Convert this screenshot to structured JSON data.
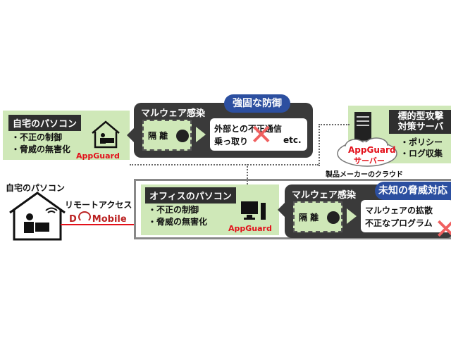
{
  "home_pc_box": {
    "title": "自宅のパソコン",
    "bullets": [
      "・不正の制御",
      "・脅威の無害化"
    ],
    "appguard": "AppGuard"
  },
  "malware_top": {
    "title": "マルウェア感染",
    "isolation": "隔 離",
    "result_line1": "外部との不正通信",
    "result_line2": "乗っ取り",
    "result_etc": "etc."
  },
  "strong_defense": "強固な防御",
  "server_box": {
    "line1": "標的型攻撃",
    "line2": "対策サーバ",
    "bullets": [
      "・ポリシー",
      "・ログ収集"
    ]
  },
  "cloud": {
    "line1": "AppGuard",
    "line2": "サーバー",
    "caption": "製品メーカーのクラウド"
  },
  "home_pc_bottom": {
    "title": "自宅のパソコン",
    "remote_access": "リモートアクセス",
    "mobile_prefix": "D",
    "mobile_suffix": "Mobile"
  },
  "office_box": {
    "title": "オフィスのパソコン",
    "bullets": [
      "・不正の制御",
      "・脅威の無害化"
    ],
    "appguard": "AppGuard"
  },
  "malware_bottom": {
    "title": "マルウェア感染",
    "isolation": "隔 離",
    "result_line1": "マルウェアの拡散",
    "result_line2": "不正なプログラム"
  },
  "unknown_threat": "未知の脅威対応",
  "colors": {
    "green_panel": "#cfe8b8",
    "dark_panel": "#3a3a3a",
    "pill_blue": "#2c4fa0",
    "appguard_red": "#e3101a"
  }
}
